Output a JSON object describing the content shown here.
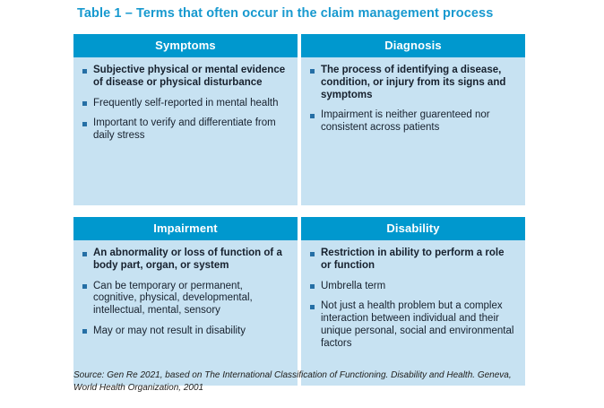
{
  "title": "Table 1 – Terms that often occur in the claim management process",
  "colors": {
    "header_bar": "#0098CE",
    "cell_background": "#C7E2F2",
    "title_text": "#1799CF",
    "bullet_square": "#256FA5",
    "body_text": "#17212E"
  },
  "cards": [
    {
      "header": "Symptoms",
      "bullets": [
        {
          "text": "Subjective physical or mental evidence of disease or physical disturbance",
          "bold": true
        },
        {
          "text": "Frequently self-reported in mental health",
          "bold": false
        },
        {
          "text": "Important to verify and differentiate from daily stress",
          "bold": false
        }
      ]
    },
    {
      "header": "Diagnosis",
      "bullets": [
        {
          "text": "The process of identifying a disease, condition, or injury from its signs and symptoms",
          "bold": true
        },
        {
          "text": "Impairment is neither guarenteed nor consistent across patients",
          "bold": false
        }
      ]
    },
    {
      "header": "Impairment",
      "bullets": [
        {
          "text": "An abnormality or loss of function of a body part, organ, or system",
          "bold": true
        },
        {
          "text": "Can be temporary or permanent, cognitive, physical, developmental, intellectual, mental, sensory",
          "bold": false
        },
        {
          "text": "May or may not result in disability",
          "bold": false
        }
      ]
    },
    {
      "header": "Disability",
      "bullets": [
        {
          "text": "Restriction in ability to perform a role or function",
          "bold": true
        },
        {
          "text": "Umbrella term",
          "bold": false
        },
        {
          "text": "Not just a health problem but a complex interaction between individual and their unique personal, social and environmental factors",
          "bold": false
        }
      ]
    }
  ],
  "source_note": "Source: Gen Re 2021, based on The International Classification of Functioning. Disability and Health. Geneva, World Health Organization, 2001"
}
